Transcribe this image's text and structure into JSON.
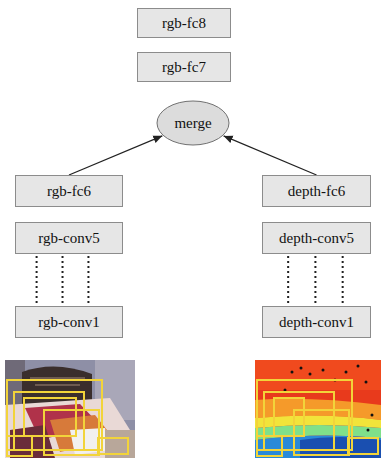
{
  "diagram": {
    "nodes": [
      {
        "text": [
          "rgb-fc8"
        ]
      },
      {
        "text": [
          "rgb-fc7"
        ]
      },
      {
        "text": [
          "merge"
        ]
      },
      {
        "text": [
          "rgb-fc6"
        ]
      },
      {
        "text": [
          "rgb-conv5"
        ]
      },
      {
        "text": [
          "rgb-conv1"
        ]
      },
      {
        "text": [
          "depth-fc6"
        ]
      },
      {
        "text": [
          "depth-conv5"
        ]
      },
      {
        "text": [
          "depth-conv1"
        ]
      }
    ],
    "edges": [
      {
        "from": 3,
        "to": 2,
        "arrow": "to"
      },
      {
        "from": 6,
        "to": 2,
        "arrow": "to"
      },
      {
        "from": 4,
        "to": 5,
        "arrow": "none"
      },
      {
        "from": 4,
        "to": 5,
        "arrow": "none"
      },
      {
        "from": 4,
        "to": 5,
        "arrow": "none"
      },
      {
        "from": 7,
        "to": 8,
        "arrow": "none"
      },
      {
        "from": 7,
        "to": 8,
        "arrow": "none"
      },
      {
        "from": 7,
        "to": 8,
        "arrow": "none"
      }
    ]
  }
}
